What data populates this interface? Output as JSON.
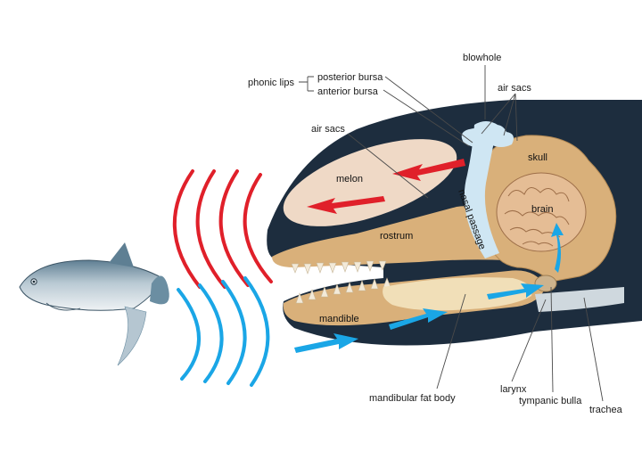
{
  "labels": {
    "blowhole": "blowhole",
    "phonic_lips": "phonic lips",
    "posterior_bursa": "posterior bursa",
    "anterior_bursa": "anterior bursa",
    "air_sacs_top": "air sacs",
    "air_sacs_left": "air sacs",
    "skull": "skull",
    "melon": "melon",
    "brain": "brain",
    "nasal_passage": "nasal passage",
    "rostrum": "rostrum",
    "mandible": "mandible",
    "mandibular_fat_body": "mandibular fat body",
    "larynx": "larynx",
    "tympanic_bulla": "tympanic bulla",
    "trachea": "trachea"
  },
  "colors": {
    "whale_body": "#1d2d3e",
    "bone": "#d9b07a",
    "bone_dark": "#b48a55",
    "melon": "#efd9c6",
    "fat_body": "#f1dfb8",
    "air_passage": "#cfe6f3",
    "outgoing_wave": "#e0202a",
    "returning_wave": "#1aa6e6",
    "trachea": "#cfd8de"
  }
}
